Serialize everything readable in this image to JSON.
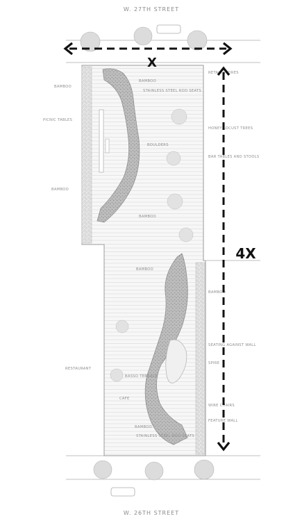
{
  "streets": {
    "north": "W. 27TH STREET",
    "south": "W. 26TH STREET"
  },
  "dimensions": {
    "width": "X",
    "length": "4X"
  },
  "labels": {
    "left": [
      "BAMBOO",
      "PICNIC TABLES",
      "BAMBOO",
      "RESTAURANT"
    ],
    "right": [
      "RETAIL STORES",
      "HONEY LOCUST TREES",
      "BAR TABLES AND STOOLS",
      "BAMBOO",
      "SEATING AGAINST WALL",
      "SPIRE",
      "WIRE CHAIRS",
      "FEATURE WALL"
    ],
    "internal": [
      "BAMBOO",
      "STAINLESS STEEL ROD SEATS",
      "BOULDERS",
      "BAMBOO",
      "BAMBOO",
      "BASSO TERRACE",
      "CAFE",
      "BAMBOO",
      "STAINLESS STEEL ROD SEATS"
    ]
  },
  "colors": {
    "linework": "#9a9a9a",
    "planting": "#b3b3b3",
    "arrow": "#111111"
  }
}
